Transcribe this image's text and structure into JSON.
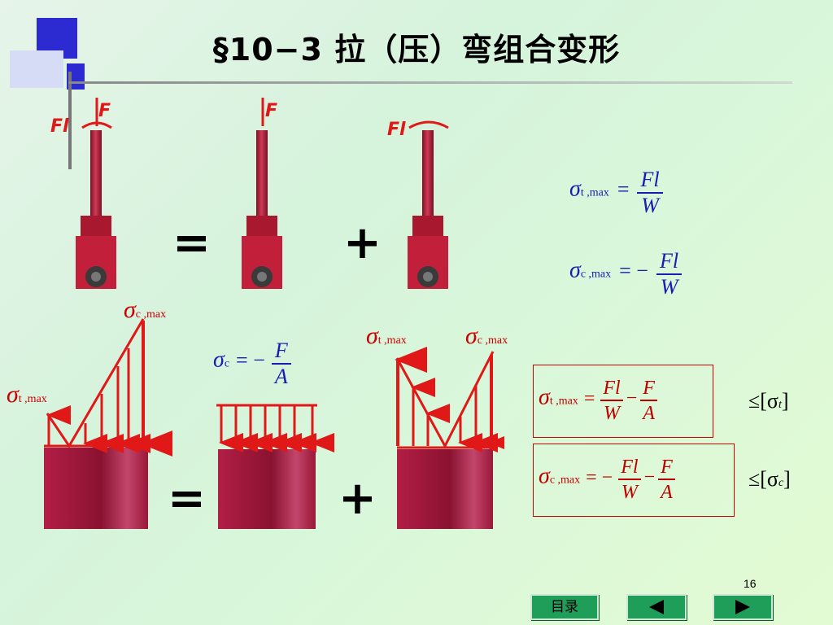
{
  "slide": {
    "title": "§10−3  拉（压）弯组合变形",
    "page_number": "16"
  },
  "operators": {
    "equals": "=",
    "plus": "+"
  },
  "top_row": {
    "label_Fl": "Fl",
    "label_F": "F"
  },
  "formulas_top": {
    "sigma": "σ",
    "t_max_sub": "t ,max",
    "c_max_sub": "c ,max",
    "eq": "=",
    "eq_neg": "= −",
    "num": "Fl",
    "den": "W"
  },
  "bottom_row": {
    "sigma": "σ",
    "c_max_sub": "c ,max",
    "t_max_sub": "t ,max",
    "sigma_c_sub": "c",
    "axial_eq": "= −",
    "axial_num": "F",
    "axial_den": "A"
  },
  "formulas_boxed": {
    "sigma": "σ",
    "t_max_sub": "t ,max",
    "c_max_sub": "c ,max",
    "eq": "=",
    "eq_neg": "= −",
    "minus": "−",
    "num1": "Fl",
    "den1": "W",
    "num2": "F",
    "den2": "A",
    "leq_t": "≤[σ",
    "leq_t_sub": "t",
    "leq_c": "≤[σ",
    "leq_c_sub": "c",
    "close": "]"
  },
  "nav": {
    "menu_label": "目录",
    "prev_icon": "left-triangle-icon",
    "next_icon": "right-triangle-icon"
  },
  "colors": {
    "accent_blue": "#2b2bd1",
    "nav_green": "#1f9e5a",
    "stress_red": "#e01818",
    "column_red": "#c0243f"
  }
}
